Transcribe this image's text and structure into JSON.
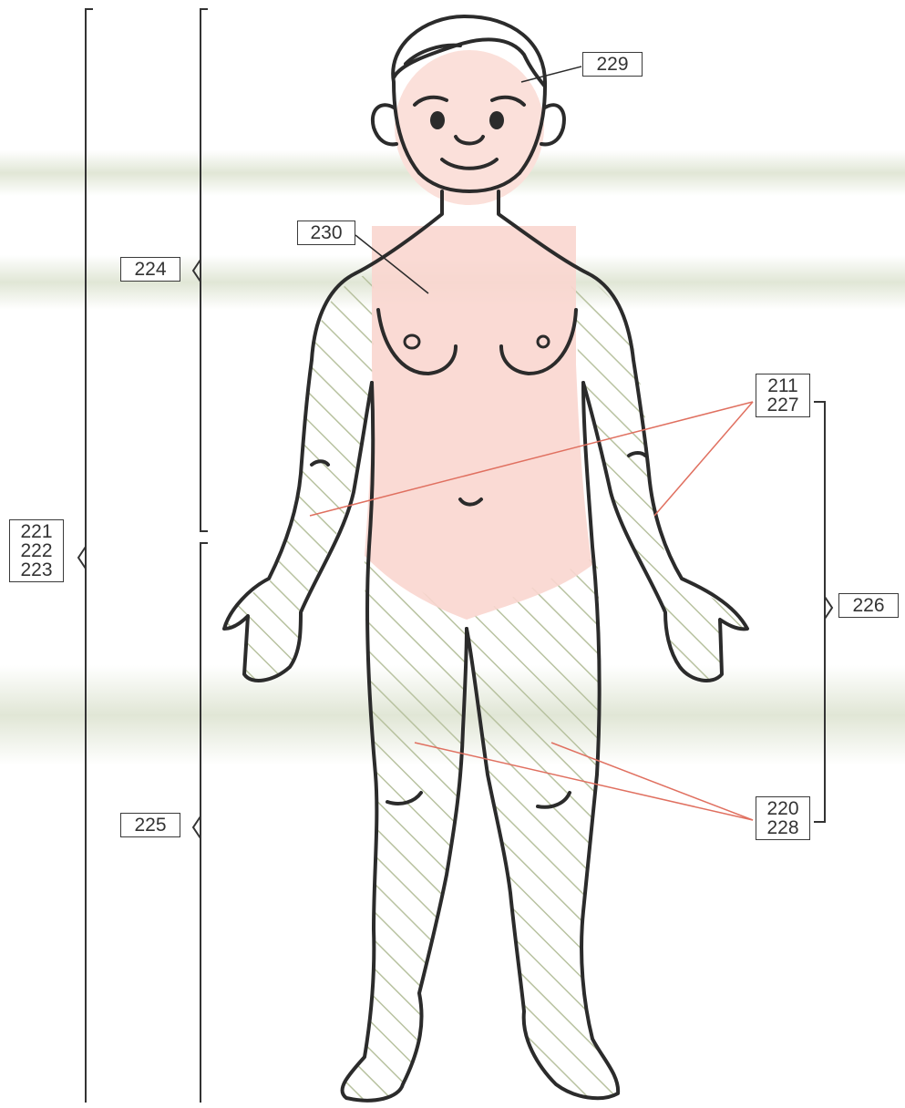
{
  "labels": {
    "l229": [
      "229"
    ],
    "l230": [
      "230"
    ],
    "l224": [
      "224"
    ],
    "l225": [
      "225"
    ],
    "l221": [
      "221",
      "222",
      "223"
    ],
    "l211": [
      "211",
      "227"
    ],
    "l226": [
      "226"
    ],
    "l220": [
      "220",
      "228"
    ]
  },
  "colors": {
    "outline": "#2b2b2b",
    "trunk_fill": "#f9d6cf",
    "hatch": "#b8c2a0",
    "leader": "#e07060",
    "bracket": "#333333"
  }
}
